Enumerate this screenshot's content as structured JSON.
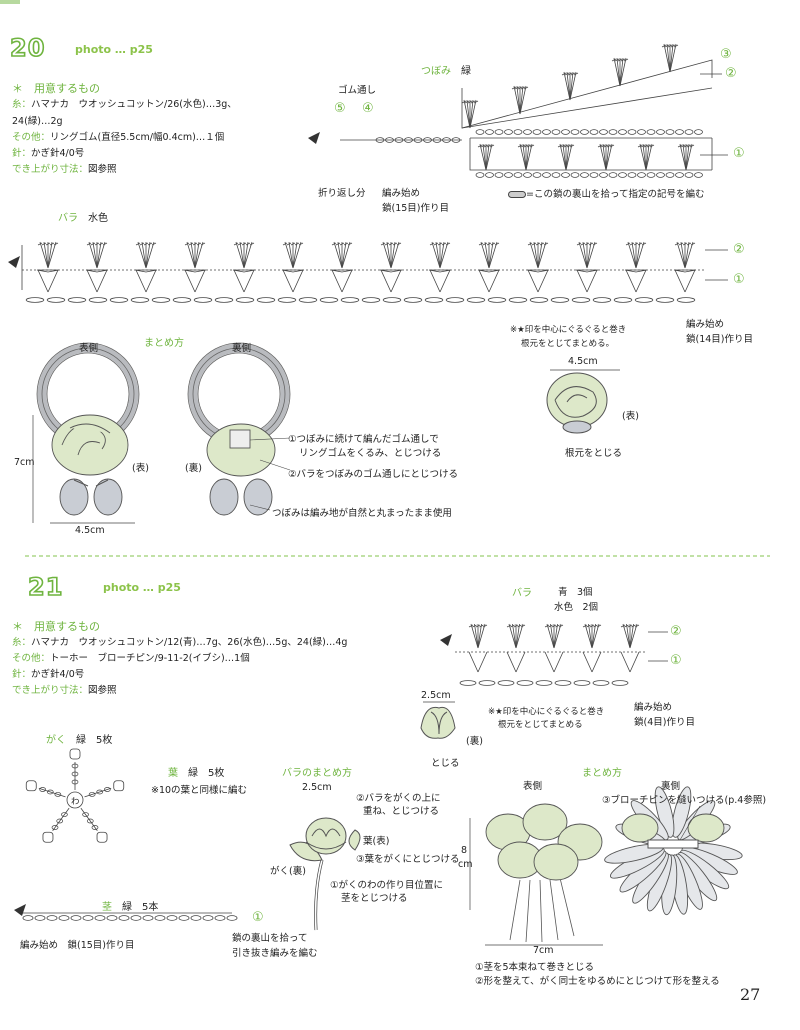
{
  "colors": {
    "accent": "#6fb43f",
    "leaf_fill": "#dde8c9",
    "ring": "#b9bbbf"
  },
  "p20": {
    "number": "20",
    "photo": "photo … p25",
    "materials_head": "＊　用意するもの",
    "mat": [
      {
        "k": "糸：",
        "v": "ハマナカ　ウオッシュコットン/26(水色)…3g、"
      },
      {
        "k": "",
        "v": "24(緑)…2g"
      },
      {
        "k": "その他：",
        "v": "リングゴム(直径5.5cm/幅0.4cm)…１個"
      },
      {
        "k": "針：",
        "v": "かぎ針4/0号"
      },
      {
        "k": "でき上がり寸法：",
        "v": "図参照"
      }
    ],
    "bud": {
      "title": "つぼみ",
      "color": "緑",
      "gom": "ゴム通し",
      "n5": "⑤",
      "n4": "④",
      "n3": "③",
      "n2": "②",
      "n1": "①",
      "fold": "折り返し分",
      "start1": "編み始め",
      "start2": "鎖(15目)作り目",
      "legend": "=この鎖の裏山を拾って指定の記号を編む"
    },
    "rose": {
      "title": "バラ",
      "color": "水色",
      "r2": "②",
      "r1": "①",
      "start1": "編み始め",
      "start2": "鎖(14目)作り目",
      "note1": "※★印を中心にぐるぐると巻き",
      "note2": "根元をとじてまとめる。",
      "size": "4.5cm",
      "omote": "(表)",
      "root": "根元をとじる"
    },
    "assembly": {
      "title": "まとめ方",
      "front": "表側",
      "back": "裏側",
      "height": "7cm",
      "width": "4.5cm",
      "omote": "(表)",
      "ura": "(裏)",
      "s1a": "①つぼみに続けて編んだゴム通しで",
      "s1b": "リングゴムをくるみ、とじつける",
      "s2": "②バラをつぼみのゴム通しにとじつける",
      "s3": "つぼみは編み地が自然と丸まったまま使用"
    }
  },
  "p21": {
    "number": "21",
    "photo": "photo … p25",
    "materials_head": "＊　用意するもの",
    "mat": [
      {
        "k": "糸：",
        "v": "ハマナカ　ウオッシュコットン/12(青)…7g、26(水色)…5g、24(緑)…4g"
      },
      {
        "k": "その他：",
        "v": "トーホー　ブローチピン/9-11-2(イブシ)…1個"
      },
      {
        "k": "針：",
        "v": "かぎ針4/0号"
      },
      {
        "k": "でき上がり寸法：",
        "v": "図参照"
      }
    ],
    "rose": {
      "title": "バラ",
      "c1": "青　3個",
      "c2": "水色　2個",
      "r2": "②",
      "r1": "①",
      "start1": "編み始め",
      "start2": "鎖(4目)作り目",
      "note1": "※★印を中心にぐるぐると巻き",
      "note2": "根元をとじてまとめる",
      "size": "2.5cm",
      "ura": "(裏)",
      "close": "とじる"
    },
    "calyx": {
      "title": "がく",
      "color": "緑",
      "count": "5枚",
      "center": "わ"
    },
    "leaf": {
      "title": "葉",
      "color": "緑",
      "count": "5枚",
      "note": "※10の葉と同様に編む"
    },
    "stem": {
      "title": "茎",
      "color": "緑",
      "count": "5本",
      "start": "編み始め　鎖(15目)作り目",
      "n1": "①",
      "pick1": "鎖の裏山を拾って",
      "pick2": "引き抜き編みを編む"
    },
    "rose_asm": {
      "title": "バラのまとめ方",
      "size": "2.5cm",
      "s2a": "②バラをがくの上に",
      "s2b": "重ね、とじつける",
      "leaf": "葉(表)",
      "s3": "③葉をがくにとじつける",
      "calyx": "がく(裏)",
      "s1a": "①がくのわの作り目位置に",
      "s1b": "茎をとじつける"
    },
    "assembly": {
      "title": "まとめ方",
      "front": "表側",
      "back": "裏側",
      "pin": "③ブローチピンを縫いつける(p.4参照)",
      "h1": "8",
      "h2": "cm",
      "width": "7cm",
      "s1": "①茎を5本束ねて巻きとじる",
      "s2": "②形を整えて、がく同士をゆるめにとじつけて形を整える"
    }
  },
  "page_number": "27"
}
